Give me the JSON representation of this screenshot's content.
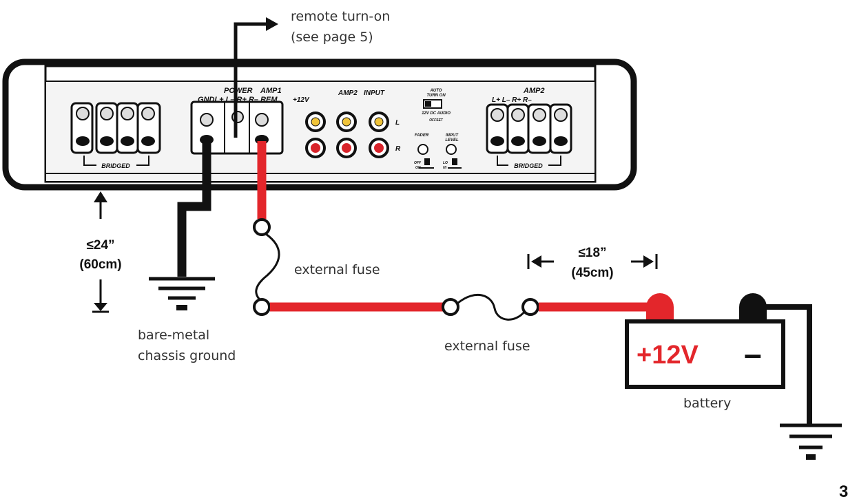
{
  "remote_turn_on": {
    "line1": "remote turn-on",
    "line2": "(see page 5)"
  },
  "amp": {
    "terminal_header_title": "POWER",
    "terminal_header_amp": "AMP1",
    "terminal_header_labels": "GNDL+ L– R+ R– REM",
    "plus12v": "+12V",
    "amp2": "AMP2",
    "input": "INPUT",
    "left_marker": "L",
    "right_marker": "R",
    "auto_turn_on": "AUTO",
    "auto_turn_on2": "TURN ON",
    "switch_labels": "12V  DC  AUDIO",
    "offset": "OFFSET",
    "fader": "FADER",
    "input_level_1": "INPUT",
    "input_level_2": "LEVEL",
    "fader_off": "OFF",
    "fader_on": "ON",
    "level_lo": "LO",
    "level_hi": "HI",
    "amp2_right_title": "AMP2",
    "amp2_right_labels": "L+ L– R+ R–",
    "bridged_left": "BRIDGED",
    "bridged_right": "BRIDGED"
  },
  "dimension_24": {
    "value": "≤24”",
    "metric": "(60cm)"
  },
  "dimension_18": {
    "value": "≤18”",
    "metric": "(45cm)"
  },
  "fuse_vertical": "external fuse",
  "fuse_horizontal": "external fuse",
  "ground_label": {
    "line1": "bare-metal",
    "line2": "chassis ground"
  },
  "battery": {
    "positive": "+12V",
    "negative": "–",
    "label": "battery"
  },
  "page_number": "3",
  "colors": {
    "red_wire": "#e3262b",
    "black_wire": "#1a1a1a",
    "battery_red": "#e3262b"
  }
}
